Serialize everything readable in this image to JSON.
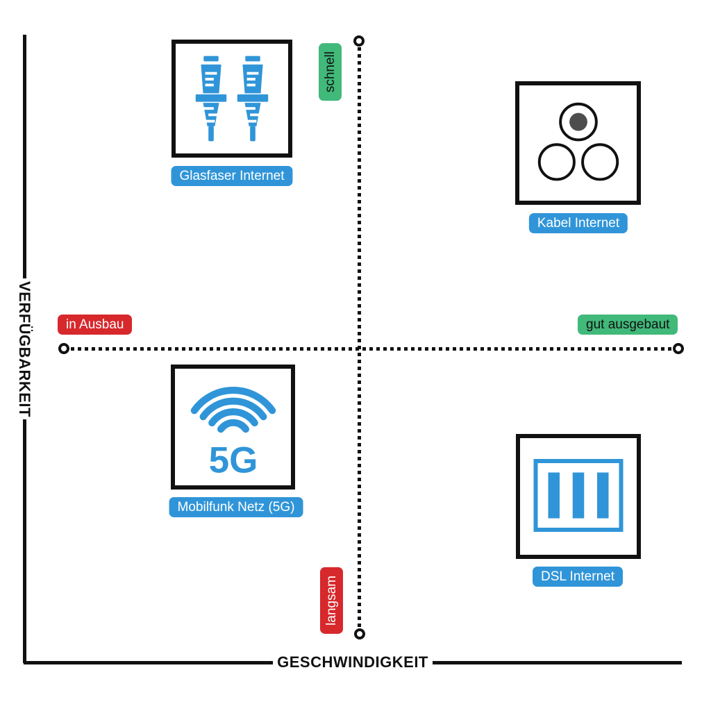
{
  "axes": {
    "y_label": "VERFÜGBARKEIT",
    "x_label": "GESCHWINDIGKEIT"
  },
  "axis_tags": {
    "speed_high": "schnell",
    "speed_low": "langsam",
    "availability_low": "in Ausbau",
    "availability_high": "gut ausgebaut"
  },
  "items": [
    {
      "label": "Glasfaser Internet",
      "quadrant": "top-left",
      "speed": "schnell",
      "availability": "in Ausbau"
    },
    {
      "label": "Kabel Internet",
      "quadrant": "top-right",
      "speed": "schnell",
      "availability": "gut ausgebaut"
    },
    {
      "label": "Mobilfunk Netz (5G)",
      "icon_text": "5G",
      "quadrant": "bottom-left",
      "speed": "langsam",
      "availability": "in Ausbau"
    },
    {
      "label": "DSL Internet",
      "quadrant": "bottom-right",
      "speed": "langsam",
      "availability": "gut ausgebaut"
    }
  ],
  "colors": {
    "blue": "#3095d8",
    "green": "#41b97a",
    "red": "#d7282c",
    "axis_black": "#111111",
    "connector_gray": "#4d4d4d"
  }
}
